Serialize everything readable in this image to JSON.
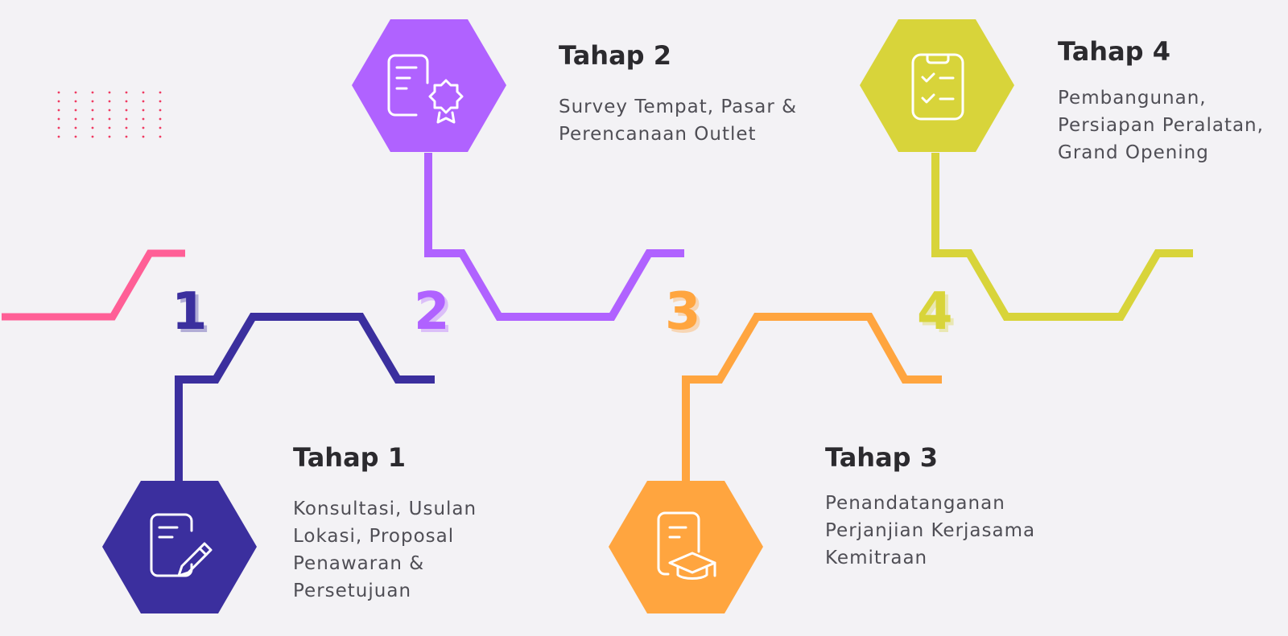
{
  "colors": {
    "background": "#f3f2f5",
    "accent_pink": "#ff5f96",
    "step1": "#3b2f9e",
    "step2": "#b062ff",
    "step3": "#ffa53f",
    "step4": "#d8d43a",
    "dots": "#ef3b62"
  },
  "steps": [
    {
      "number": "1",
      "title": "Tahap 1",
      "desc_lines": [
        "Konsultasi, Usulan",
        "Lokasi, Proposal",
        "Penawaran &",
        "Persetujuan"
      ],
      "icon": "document-pen-icon"
    },
    {
      "number": "2",
      "title": "Tahap 2",
      "desc_lines": [
        "Survey Tempat, Pasar &",
        "Perencanaan Outlet"
      ],
      "icon": "certificate-icon"
    },
    {
      "number": "3",
      "title": "Tahap 3",
      "desc_lines": [
        "Penandatanganan",
        "Perjanjian Kerjasama",
        "Kemitraan"
      ],
      "icon": "graduation-document-icon"
    },
    {
      "number": "4",
      "title": "Tahap 4",
      "desc_lines": [
        "Pembangunan,",
        "Persiapan Peralatan,",
        "Grand Opening"
      ],
      "icon": "checklist-clipboard-icon"
    }
  ]
}
